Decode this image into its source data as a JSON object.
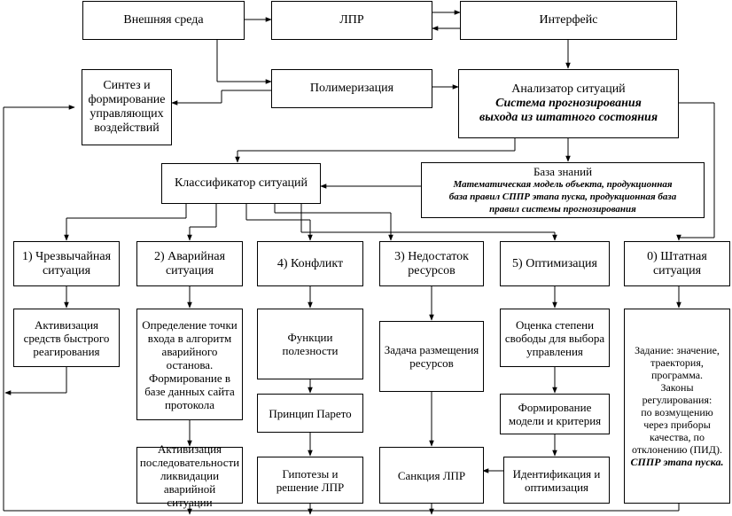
{
  "top_row": {
    "external": "Внешняя среда",
    "lpr": "ЛПР",
    "interface": "Интерфейс"
  },
  "synthesis": "Синтез и\nформирование\nуправляющих\nвоздействий",
  "polymerization": "Полимеризация",
  "analyzer": {
    "title": "Анализатор ситуаций",
    "subtitle": "Система прогнозирования\nвыхода из штатного состояния"
  },
  "knowledge_base": {
    "title": "База знаний",
    "body": "Математическая модель объекта, продукционная\nбаза правил СППР этапа пуска, продукционная база\nправил системы прогнозирования"
  },
  "classifier": "Классификатор ситуаций",
  "categories": [
    "1) Чрезвычайная\nситуация",
    "2) Аварийная\nситуация",
    "4) Конфликт",
    "3) Недостаток\nресурсов",
    "5) Оптимизация",
    "0) Штатная\nситуация"
  ],
  "col1": [
    "Активизация\nсредств быстрого\nреагирования"
  ],
  "col2": [
    "Определение точки\nвхода в алгоритм\nаварийного\nостанова.\nФормирование в\nбазе данных сайта\nпротокола",
    "Активизация\nпоследовательности\nликвидации\nаварийной ситуации"
  ],
  "col3": [
    "Функции\nполезности",
    "Принцип Парето",
    "Гипотезы и\nрешение ЛПР"
  ],
  "col4": [
    "Задача размещения\nресурсов",
    "Санкция ЛПР"
  ],
  "col5": [
    "Оценка степени\nсвободы для выбора\nуправления",
    "Формирование\nмодели и критерия",
    "Идентификация и\nоптимизация"
  ],
  "col6": {
    "text": "Задание: значение,\nтраектория,\nпрограмма.\nЗаконы\nрегулирования:\nпо возмущению\nчерез приборы\nкачества, по\nотклонению (ПИД).",
    "emphasis": "СППР этапа пуска."
  }
}
